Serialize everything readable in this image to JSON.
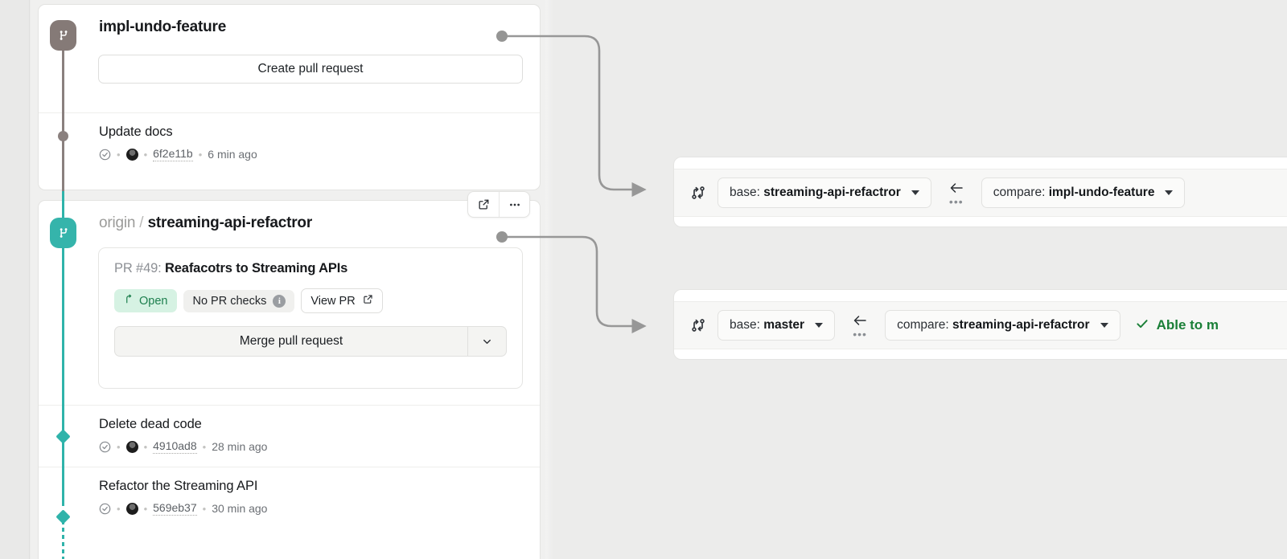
{
  "left_panel": {
    "local_branch": {
      "icon": "git-branch-icon",
      "name": "impl-undo-feature",
      "create_pr_label": "Create pull request",
      "commits": [
        {
          "title": "Update docs",
          "status_icon": "check-circle-icon",
          "sha": "6f2e11b",
          "time": "6 min ago"
        }
      ]
    },
    "origin_branch": {
      "icon": "git-branch-icon",
      "remote_prefix": "origin",
      "separator": "/",
      "name": "streaming-api-refactror",
      "actions": {
        "open_external": "external-link-icon",
        "more": "ellipsis-icon"
      },
      "pull_request": {
        "number_label": "PR #49:",
        "title": "Reafacotrs to Streaming APIs",
        "state_badge": "Open",
        "state_icon": "pull-request-open-icon",
        "checks_badge": "No PR checks",
        "checks_info_icon": "info-icon",
        "view_pr_label": "View PR",
        "view_pr_icon": "external-link-icon",
        "merge_label": "Merge pull request",
        "merge_caret_icon": "chevron-down-icon"
      },
      "commits": [
        {
          "title": "Delete dead code",
          "status_icon": "check-circle-icon",
          "sha": "4910ad8",
          "time": "28 min ago"
        },
        {
          "title": "Refactor the Streaming API",
          "status_icon": "check-circle-icon",
          "sha": "569eb37",
          "time": "30 min ago"
        }
      ]
    }
  },
  "right_panel": {
    "compare_cards": [
      {
        "icon": "git-compare-icon",
        "base_prefix": "base:",
        "base_ref": "streaming-api-refactror",
        "swap_icon": "arrow-left-icon",
        "swap_dots": "•••",
        "compare_prefix": "compare:",
        "compare_ref": "impl-undo-feature",
        "status_text": "",
        "status_icon": ""
      },
      {
        "icon": "git-compare-icon",
        "base_prefix": "base:",
        "base_ref": "master",
        "swap_icon": "arrow-left-icon",
        "swap_dots": "•••",
        "compare_prefix": "compare:",
        "compare_ref": "streaming-api-refactror",
        "status_text": "Able to m",
        "status_icon": "check-icon"
      }
    ]
  },
  "colors": {
    "teal": "#2fb3aa",
    "gray_branch": "#857a77",
    "green_text": "#1a7f37",
    "open_badge_bg": "#d6f2e3",
    "open_badge_fg": "#1d7f4e",
    "page_bg": "#ececeb"
  }
}
